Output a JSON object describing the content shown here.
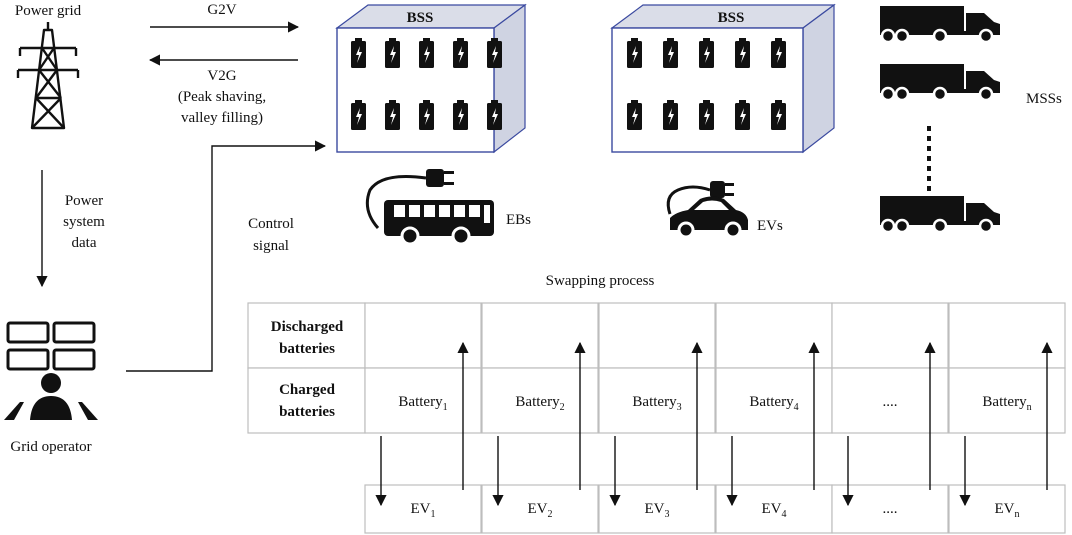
{
  "nodes": {
    "power_grid": "Power grid",
    "grid_operator": "Grid operator",
    "bss_1": "BSS",
    "bss_2": "BSS",
    "ebs": "EBs",
    "evs": "EVs",
    "mss": "MSSs"
  },
  "edges": {
    "g2v": "G2V",
    "v2g": [
      "V2G",
      "(Peak shaving,",
      "valley filling)"
    ],
    "power_system_data": [
      "Power",
      "system",
      "data"
    ],
    "control_signal": [
      "Control",
      "signal"
    ]
  },
  "swapping": {
    "title": "Swapping process",
    "row_discharged": [
      "Discharged",
      "batteries"
    ],
    "row_charged": [
      "Charged",
      "batteries"
    ],
    "batteries": [
      {
        "base": "Battery",
        "sub": "1"
      },
      {
        "base": "Battery",
        "sub": "2"
      },
      {
        "base": "Battery",
        "sub": "3"
      },
      {
        "base": "Battery",
        "sub": "4"
      },
      {
        "base": "....",
        "sub": ""
      },
      {
        "base": "Battery",
        "sub": "n"
      }
    ],
    "evs": [
      {
        "base": "EV",
        "sub": "1"
      },
      {
        "base": "EV",
        "sub": "2"
      },
      {
        "base": "EV",
        "sub": "3"
      },
      {
        "base": "EV",
        "sub": "4"
      },
      {
        "base": "....",
        "sub": ""
      },
      {
        "base": "EV",
        "sub": "n"
      }
    ]
  },
  "icons": {
    "tower": "power-tower-icon",
    "operator": "grid-operator-icon",
    "battery": "battery-icon",
    "bus": "electric-bus-icon",
    "car": "electric-car-icon",
    "truck": "truck-icon",
    "plug": "plug-icon"
  }
}
